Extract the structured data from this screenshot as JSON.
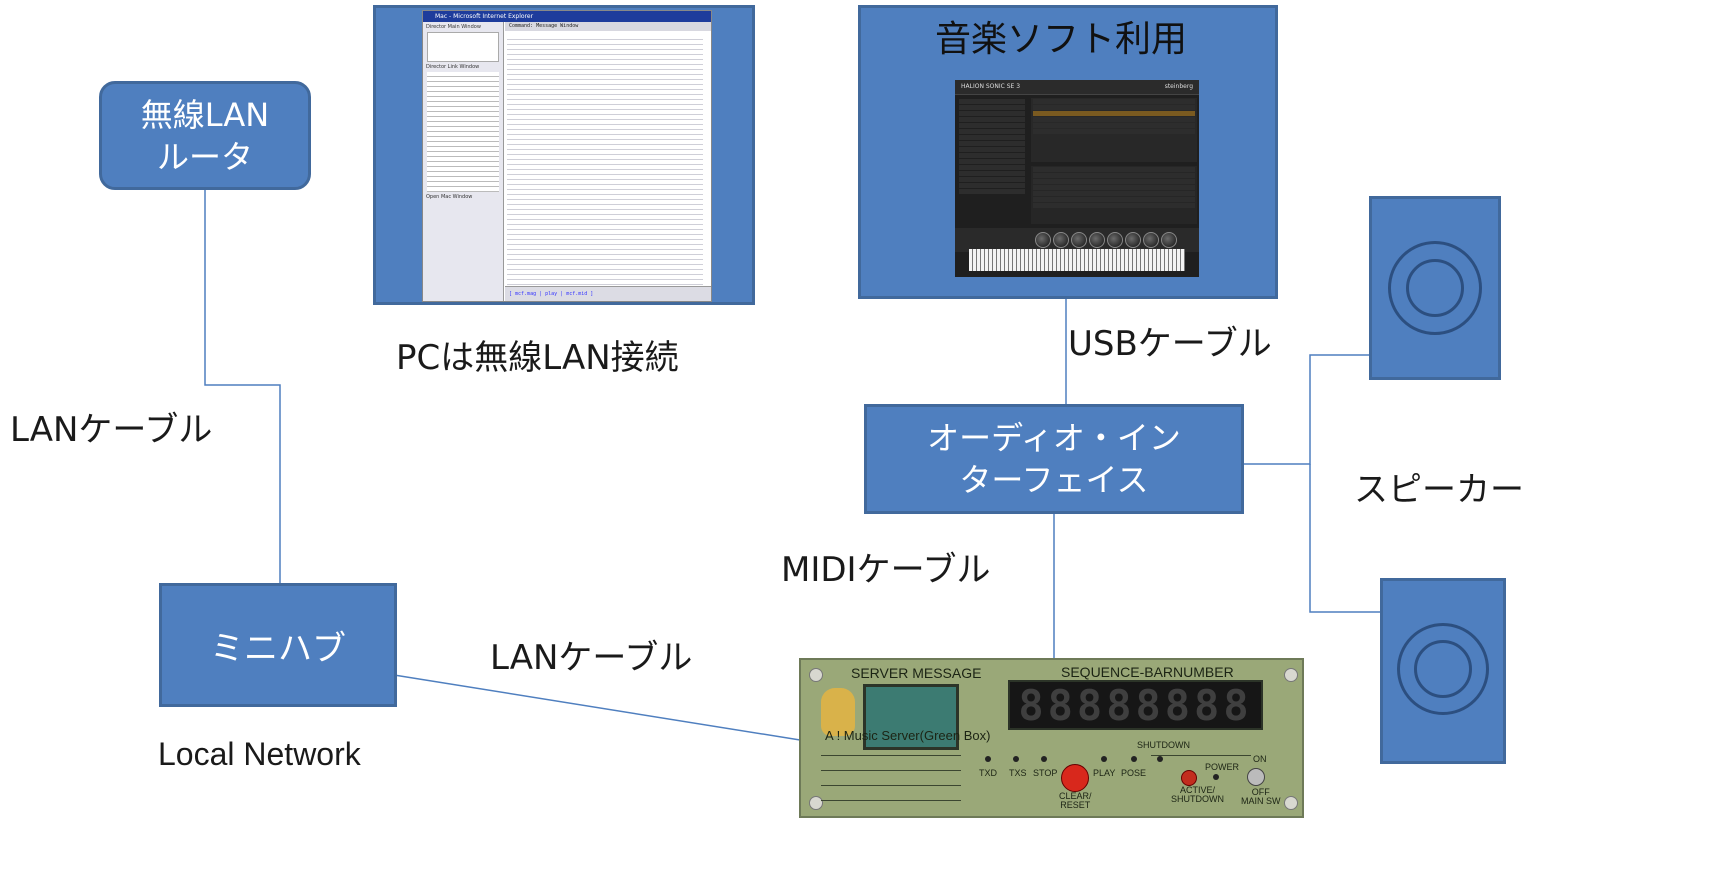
{
  "nodes": {
    "router": "無線LAN\nルータ",
    "hub": "ミニハブ",
    "audio_interface": "オーディオ・イン\nターフェイス"
  },
  "labels": {
    "lan_cable_left": "LANケーブル",
    "lan_cable_bottom": "LANケーブル",
    "local_network": "Local Network",
    "pc_wireless": "PCは無線LAN接続",
    "music_software": "音楽ソフト利用",
    "usb_cable": "USBケーブル",
    "midi_cable": "MIDIケーブル",
    "speakers": "スピーカー"
  },
  "pc_screen": {
    "title": "Mac - Microsoft Internet Explorer",
    "side_title": "Director Main Window",
    "side_link": "Director Link Window",
    "side_open": "Open Mac Window",
    "header": "Command:            Message Window",
    "footer": "[ mcf.mag  |  play  |  mcf.mid ]"
  },
  "daw": {
    "product": "HALION SONIC SE 3",
    "brand": "steinberg"
  },
  "green_box": {
    "server_message": "SERVER MESSAGE",
    "sequence_barnumber": "SEQUENCE-BARNUMBER",
    "display_digits": "88888888",
    "device_name": "A ! Music Server(Green Box)",
    "shutdown_top": "SHUTDOWN",
    "on": "ON",
    "power": "POWER",
    "indicators": [
      "TXD",
      "TXS",
      "STOP",
      "PLAY",
      "POSE"
    ],
    "clear_reset": "CLEAR/\nRESET",
    "active_shutdown": "ACTIVE/\nSHUTDOWN",
    "off_main_sw": "OFF\nMAIN SW"
  },
  "colors": {
    "box_fill": "#4f7fbf",
    "box_border": "#41699c",
    "wire": "#4f7fbf",
    "panel": "#9aa878"
  }
}
